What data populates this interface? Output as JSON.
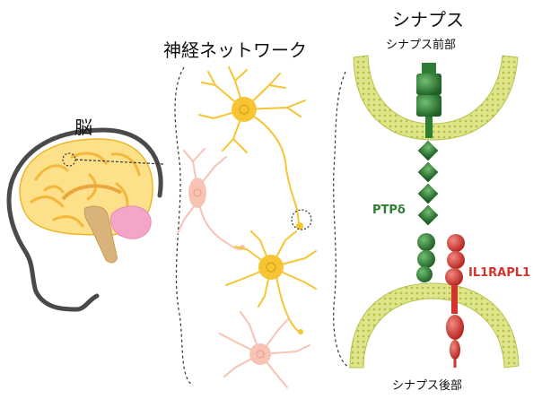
{
  "labels": {
    "brain": "脳",
    "network": "神経ネットワーク",
    "synapse": "シナプス",
    "presynaptic": "シナプス前部",
    "postsynaptic": "シナプス後部",
    "ptp": "PTPδ",
    "il1": "IL1RAPL1"
  },
  "colors": {
    "brain_fill": "#fde08a",
    "brain_outline": "#4a4a4a",
    "cerebellum": "#f4a6c8",
    "brainstem": "#d9b37a",
    "neuron_yellow": "#f7c534",
    "neuron_pink": "#f6c3b4",
    "membrane": "#cfd86a",
    "ptp_green": "#2f7d32",
    "il1_red": "#d4322a"
  }
}
